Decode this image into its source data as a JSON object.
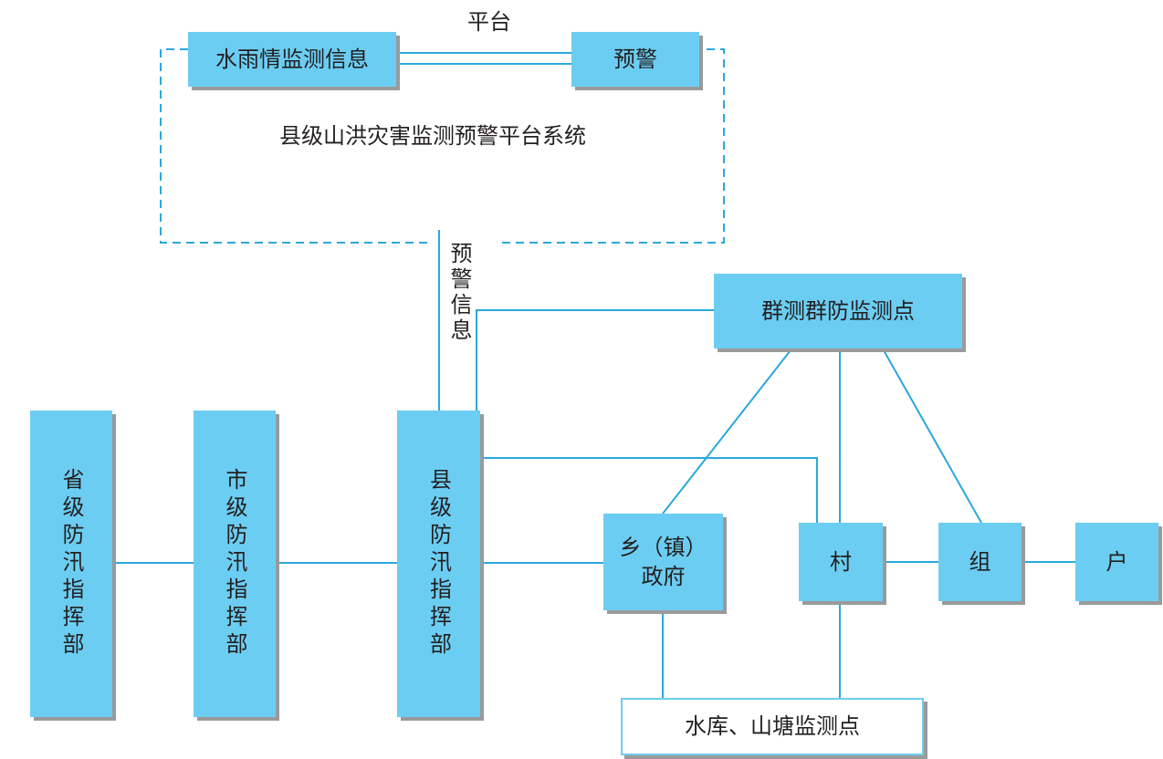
{
  "platform": {
    "top_label": "平台",
    "title": "县级山洪灾害监测预警平台系统",
    "rain_monitoring": "水雨情监测信息",
    "warning": "预警"
  },
  "warning_info_label": "预警信息",
  "group_monitoring": "群测群防监测点",
  "command": {
    "province": "省级防汛指挥部",
    "city": "市级防汛指挥部",
    "county": "县级防汛指挥部"
  },
  "township_government": "乡（镇）\n政府",
  "village": "村",
  "group": "组",
  "household": "户",
  "reservoir_monitoring": "水库、山塘监测点",
  "colors": {
    "box_fill": "#6ccdf2",
    "line": "#2aa8dc",
    "shadow": "#9a9a9a"
  }
}
